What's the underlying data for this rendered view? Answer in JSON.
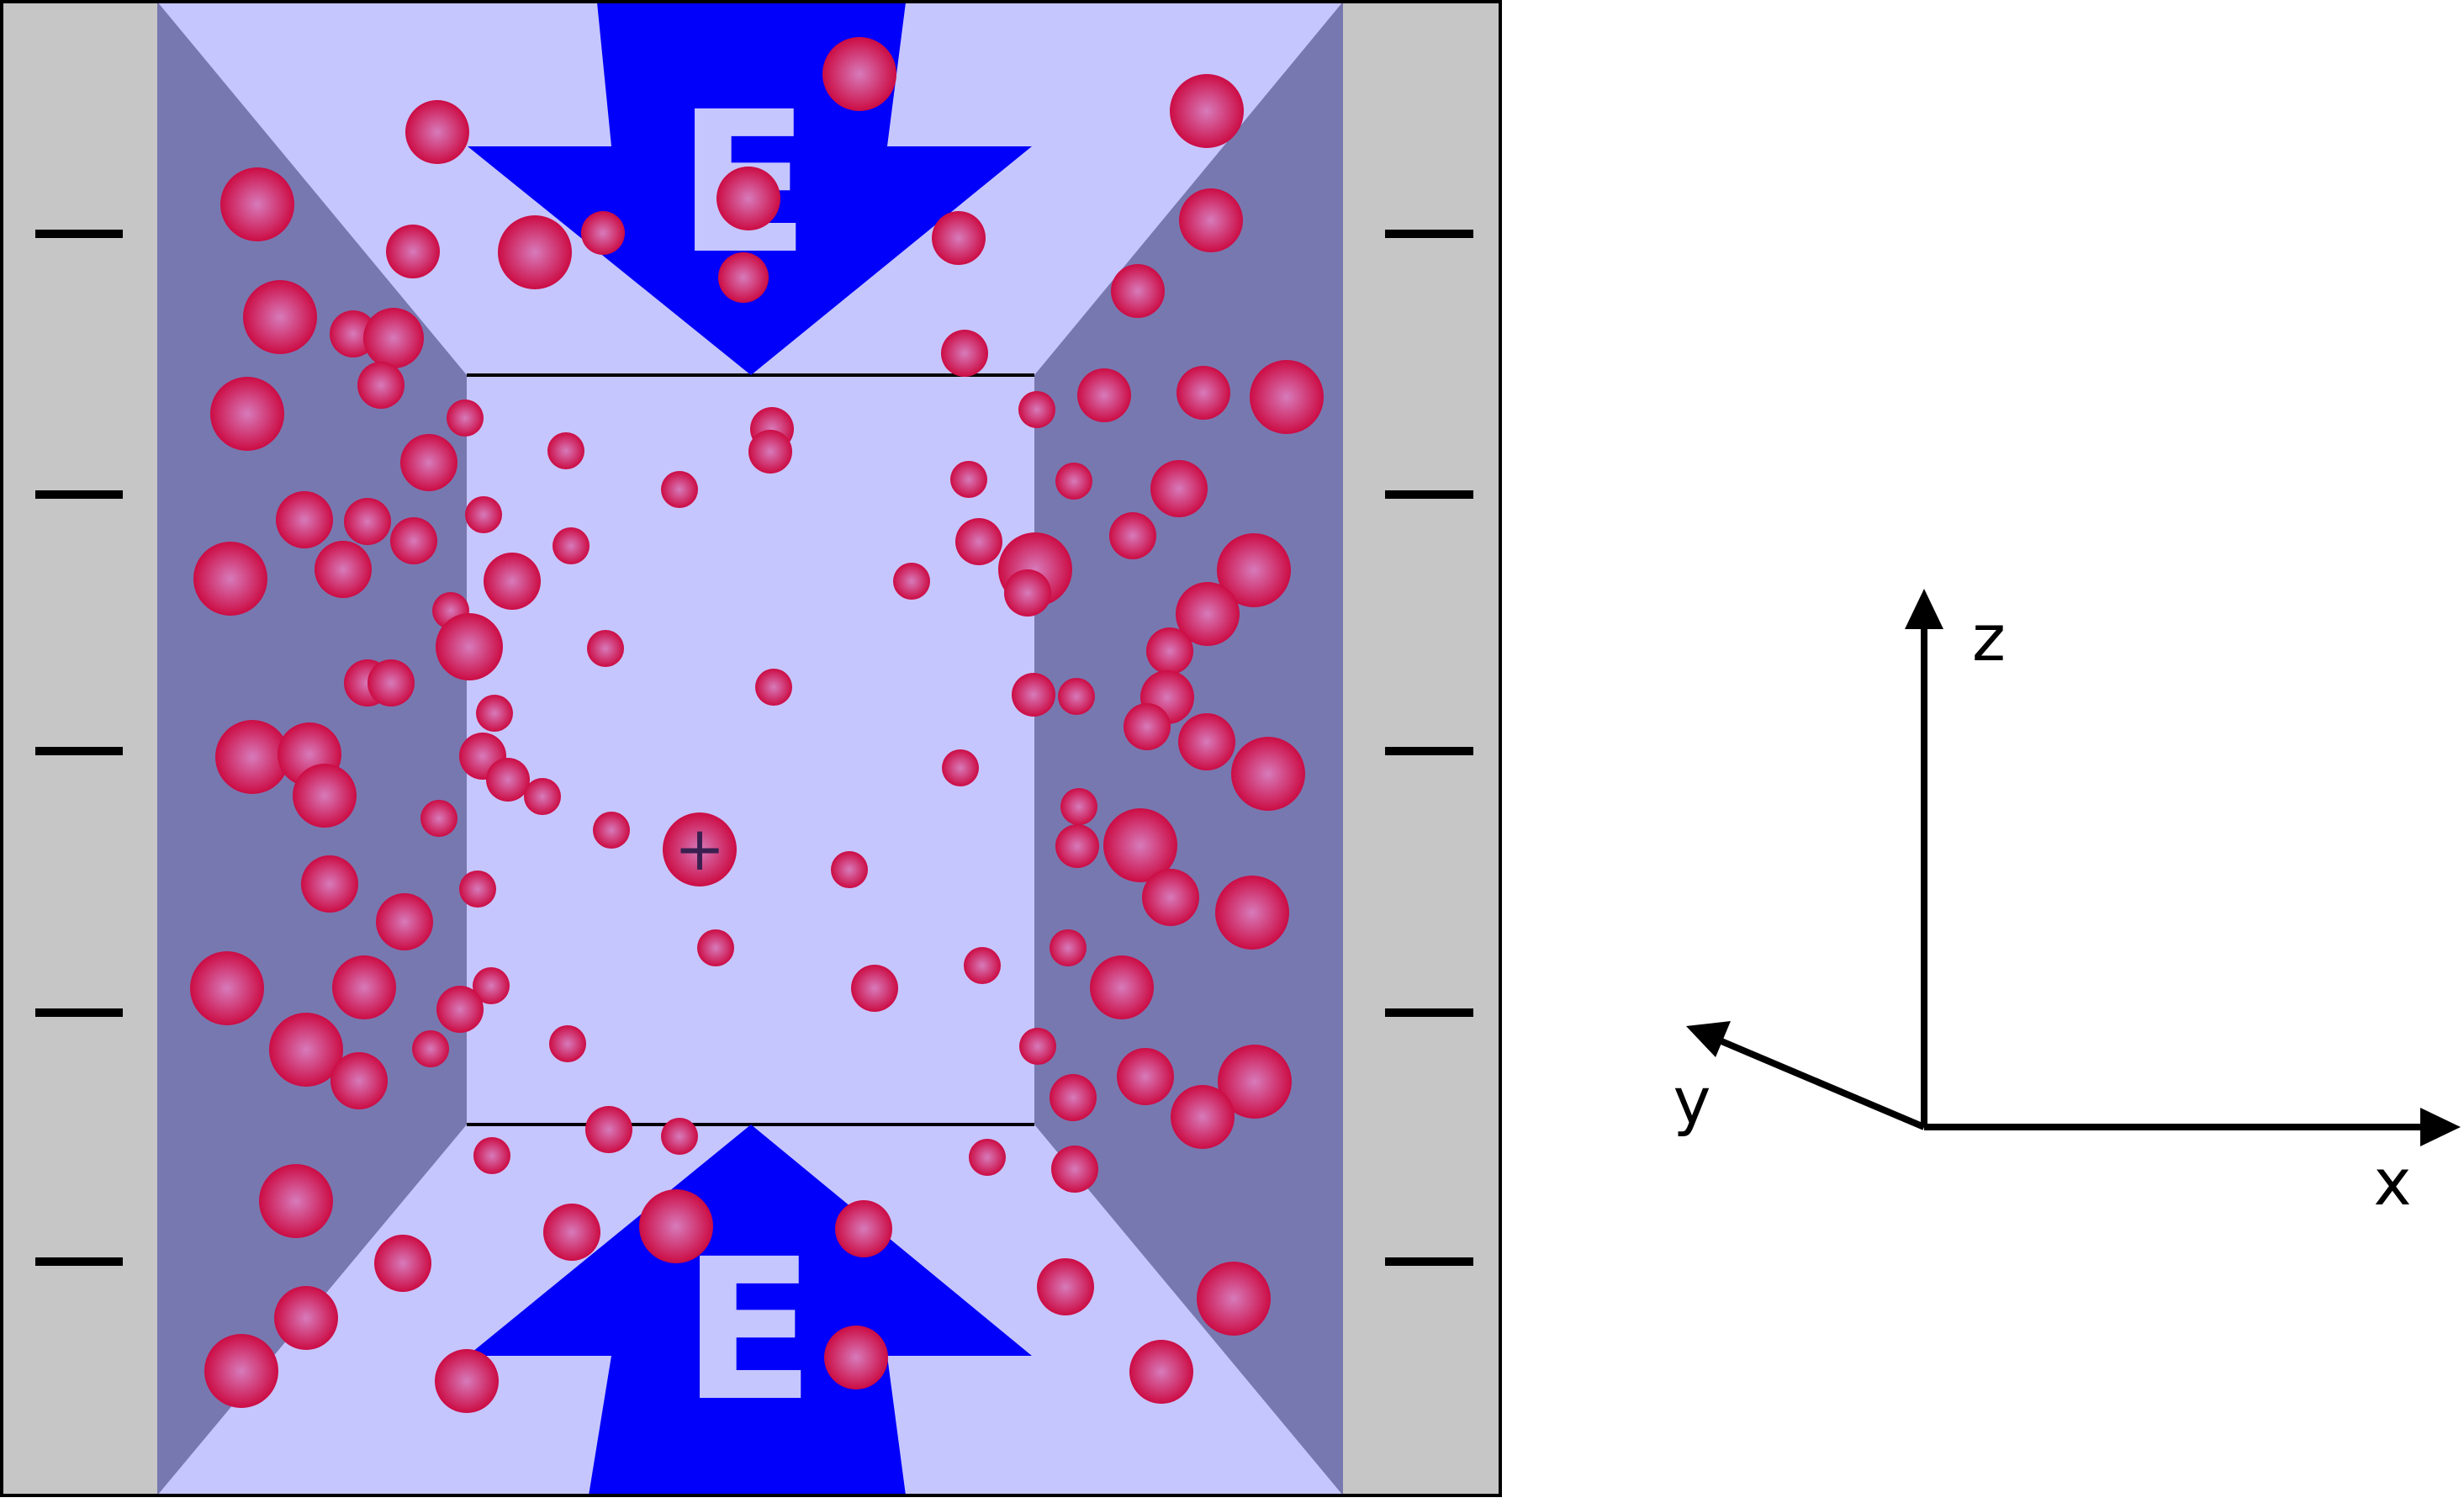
{
  "diagram": {
    "field_label_top": "E",
    "field_label_bottom": "E",
    "central_charge_symbol": "+",
    "wall_charge_symbol": "−",
    "axes": {
      "x": "x",
      "y": "y",
      "z": "z"
    },
    "colors": {
      "wall": "#c6c6c6",
      "chamber_side": "#7878b0",
      "chamber_light": "#c6c6fe",
      "field_arrow": "#0000fb",
      "ion": "#d0104a",
      "ion_highlight": "#d77bbb",
      "outline": "#000000"
    },
    "icons": [
      "field-arrow-icon",
      "ion-icon",
      "negative-charge-icon",
      "positive-charge-icon",
      "axis-arrow-icon"
    ]
  }
}
